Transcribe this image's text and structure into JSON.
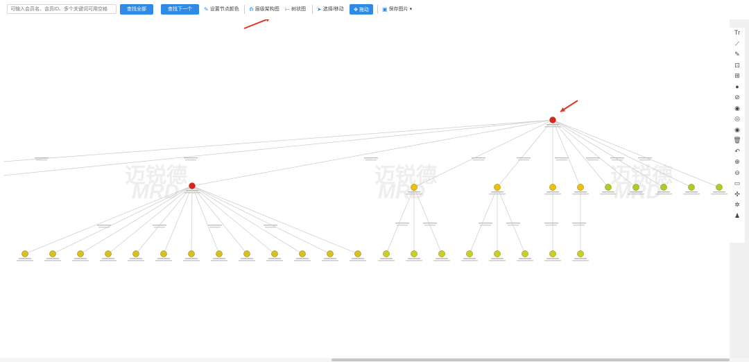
{
  "toolbar": {
    "search_placeholder": "可输入会员名、会员ID、多个关键词可用空格",
    "find_all": "查找全部",
    "find_next": "查找下一个",
    "set_node_color": "设置节点颜色",
    "hierarchy_view": "层级架构图",
    "tree_view": "树状图",
    "select_move": "选择/移动",
    "drag": "拖动",
    "save_image": "保存图片"
  },
  "watermark": {
    "brand_cn": "迈锐德",
    "brand_en": "MRD"
  },
  "side_tools": [
    {
      "name": "text-tool-icon",
      "glyph": "Tr"
    },
    {
      "name": "line-tool-icon",
      "glyph": "⟋"
    },
    {
      "name": "pen-tool-icon",
      "glyph": "✎"
    },
    {
      "name": "point-tool-icon",
      "glyph": "⊡"
    },
    {
      "name": "fit-tool-icon",
      "glyph": "⊞"
    },
    {
      "name": "fill-circle-icon",
      "glyph": "●"
    },
    {
      "name": "block-icon",
      "glyph": "⊘"
    },
    {
      "name": "eye-closed-icon",
      "glyph": "◉"
    },
    {
      "name": "eye-slash-icon",
      "glyph": "◎"
    },
    {
      "name": "eye-icon",
      "glyph": "◉"
    },
    {
      "name": "trash-icon",
      "glyph": "🗑"
    },
    {
      "name": "undo-icon",
      "glyph": "↶"
    },
    {
      "name": "zoom-in-icon",
      "glyph": "⊕"
    },
    {
      "name": "zoom-out-icon",
      "glyph": "⊖"
    },
    {
      "name": "fit-screen-icon",
      "glyph": "▭"
    },
    {
      "name": "layout-icon",
      "glyph": "✣"
    },
    {
      "name": "spread-icon",
      "glyph": "✲"
    },
    {
      "name": "person-icon",
      "glyph": "♟"
    }
  ]
}
